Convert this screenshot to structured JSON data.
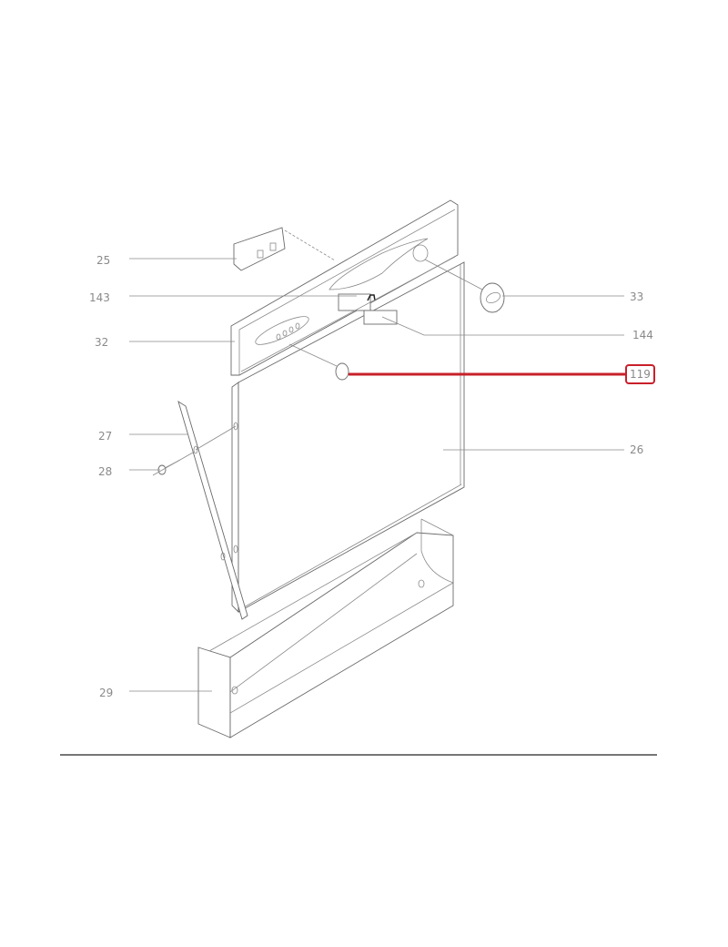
{
  "diagram": {
    "labels": {
      "p25": "25",
      "p143": "143",
      "p32": "32",
      "p27": "27",
      "p28": "28",
      "p29": "29",
      "p33": "33",
      "p144": "144",
      "p119": "119",
      "p26": "26"
    },
    "highlighted_part": "119",
    "highlight_color": "#c8202a"
  }
}
